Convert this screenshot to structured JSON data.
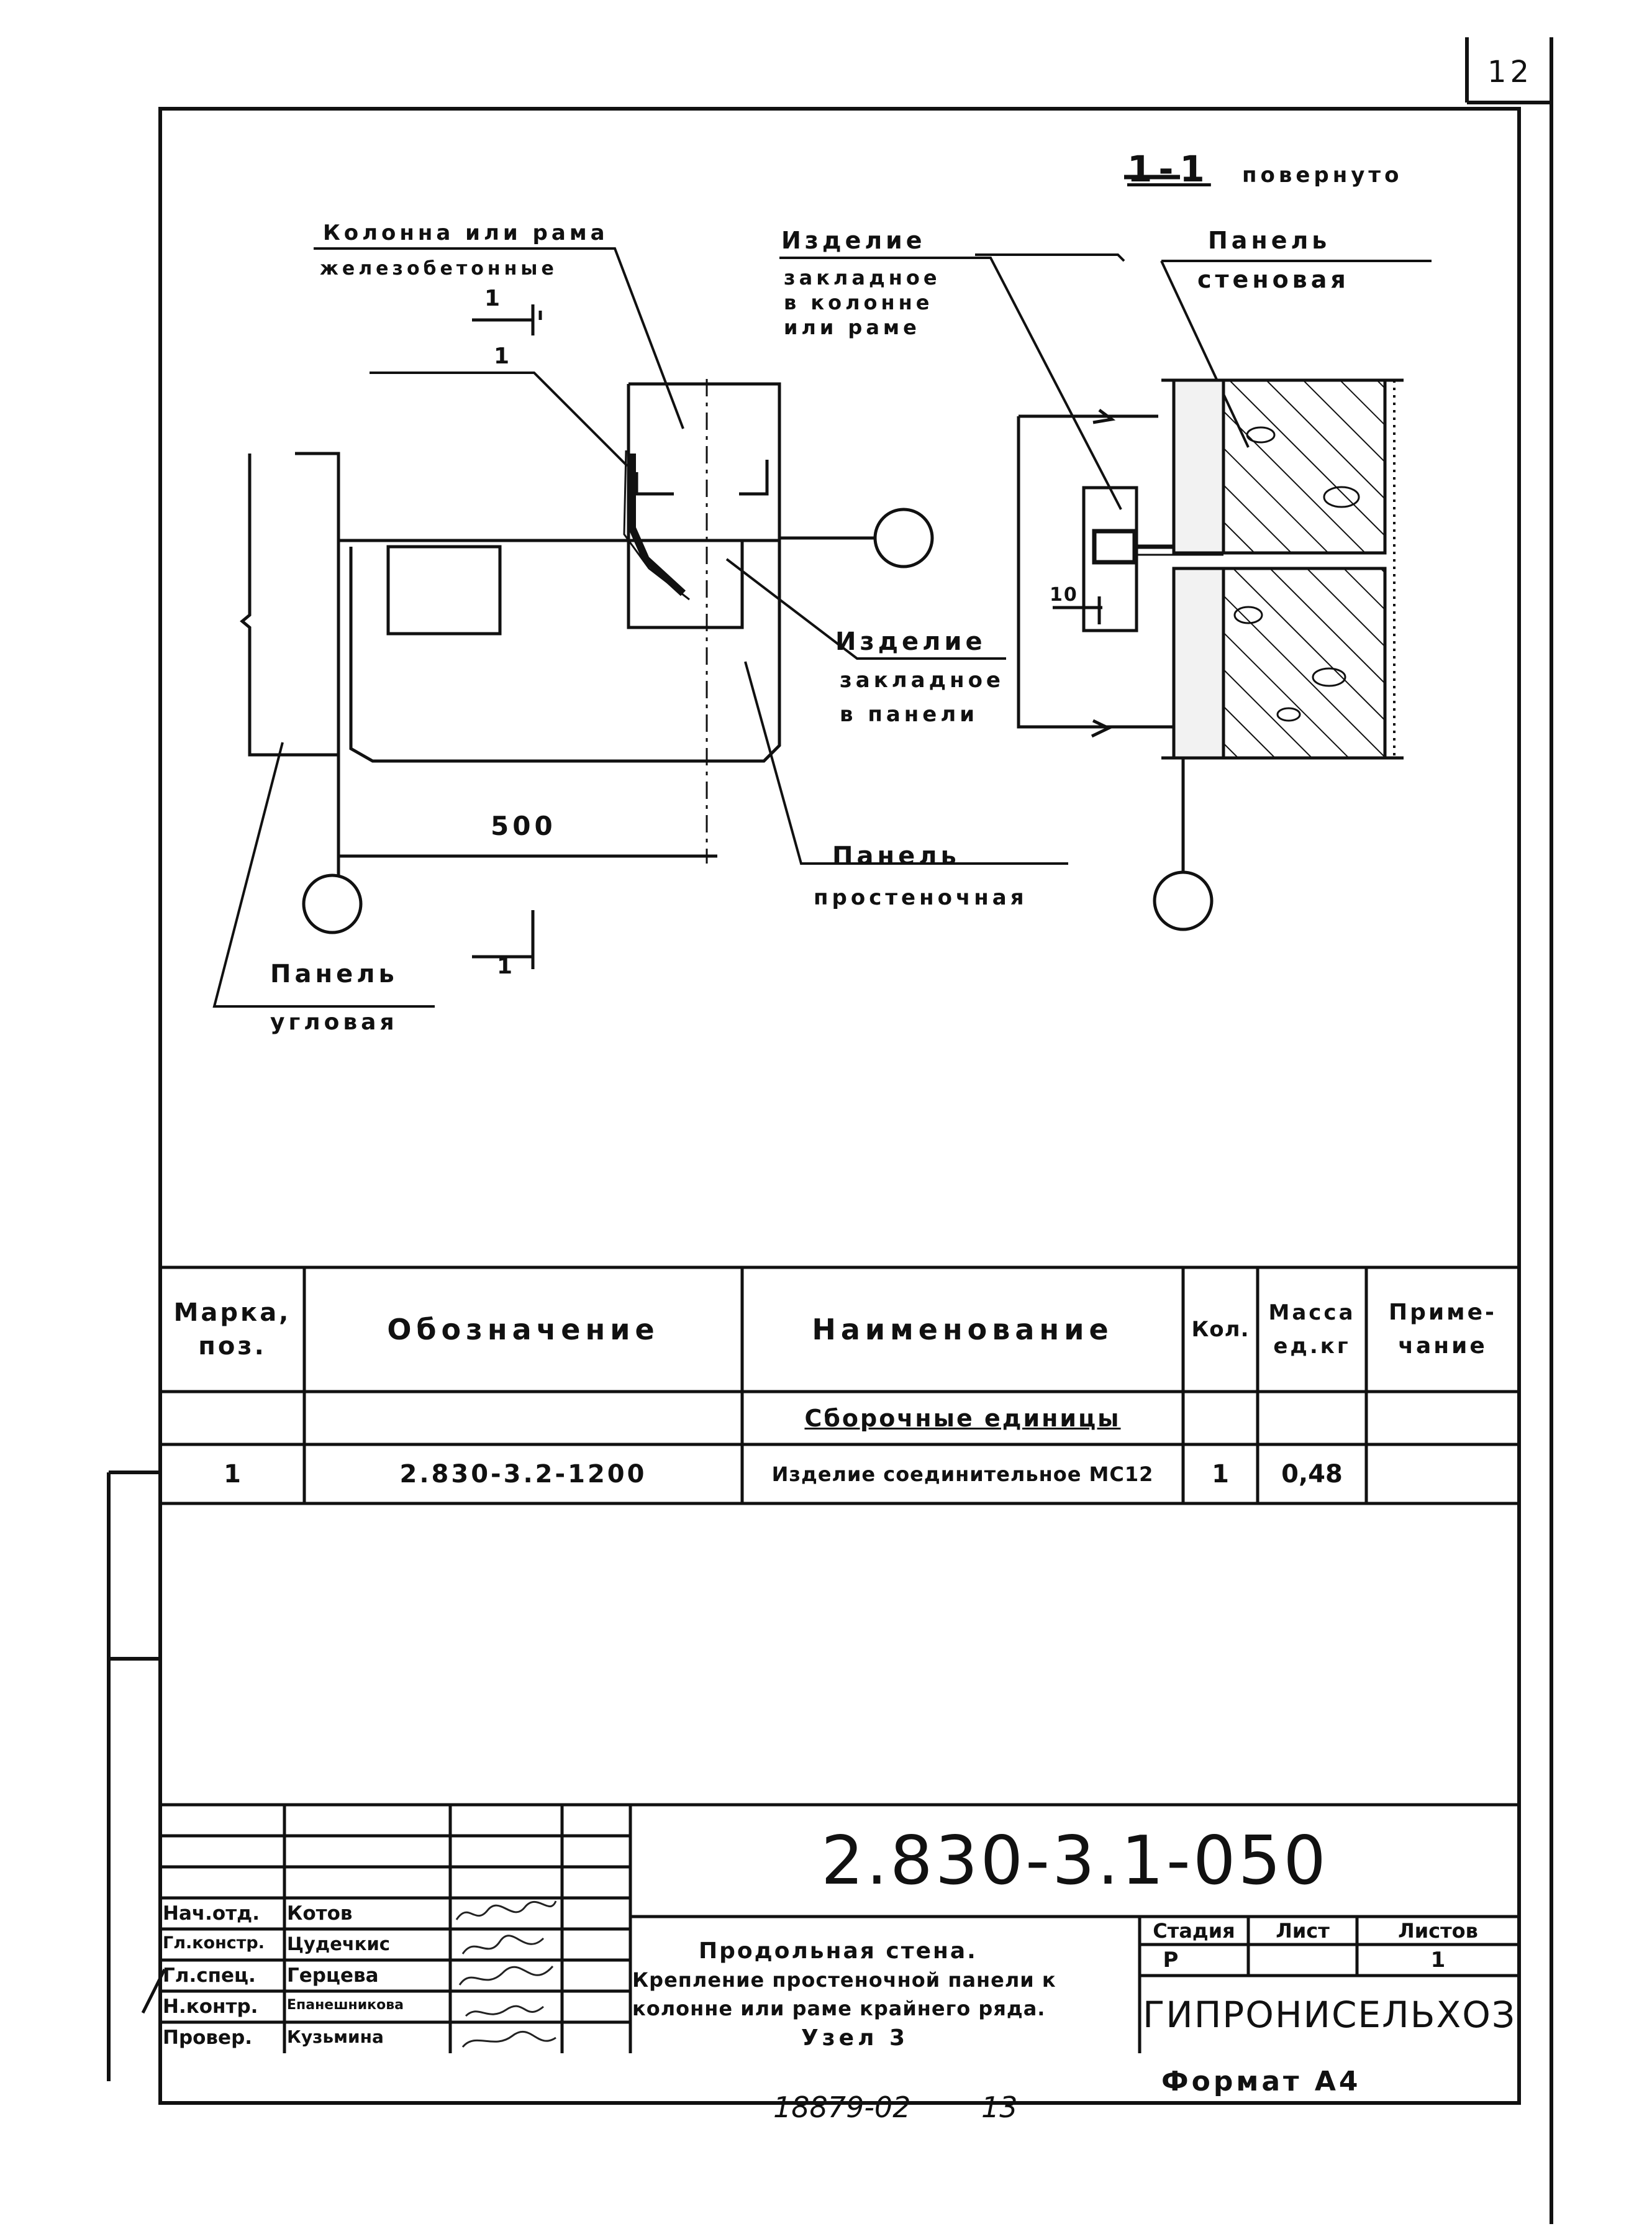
{
  "sheet_corner_number": "12",
  "drawing": {
    "labels": {
      "column": [
        "Колонна или рама",
        "железобетонные"
      ],
      "embedded_column": [
        "Изделие",
        "закладное",
        "в колонне",
        "или раме"
      ],
      "wall_panel": [
        "Панель",
        "стеновая"
      ],
      "section_title": "1-1",
      "section_note": "повернуто",
      "embedded_panel": [
        "Изделие",
        "закладное",
        "в панели"
      ],
      "pier_panel": [
        "Панель",
        "простеночная"
      ],
      "corner_panel": [
        "Панель",
        "угловая"
      ],
      "dim_500": "500",
      "dim_10": "10",
      "cut_mark_top": "1",
      "cut_mark_bottom": "1",
      "pos_leader": "1"
    }
  },
  "spec_table": {
    "headers": {
      "mark": [
        "Марка,",
        "поз."
      ],
      "designation": "Обозначение",
      "name": "Наименование",
      "qty": "Кол.",
      "mass": [
        "Масса",
        "ед.кг"
      ],
      "note": [
        "Приме-",
        "чание"
      ]
    },
    "section_heading": "Сборочные единицы",
    "rows": [
      {
        "mark": "1",
        "designation": "2.830-3.2-1200",
        "name": "Изделие соединительное МС12",
        "qty": "1",
        "mass": "0,48",
        "note": ""
      }
    ]
  },
  "title_block": {
    "document_code": "2.830-3.1-050",
    "staff": [
      {
        "role": "Нач.отд.",
        "name": "Котов"
      },
      {
        "role": "Гл.констр.",
        "name": "Цудечкис"
      },
      {
        "role": "Гл.спец.",
        "name": "Герцева"
      },
      {
        "role": "Н.контр.",
        "name": "Епанешникова"
      },
      {
        "role": "Провер.",
        "name": "Кузьмина"
      }
    ],
    "title_lines": [
      "Продольная стена.",
      "Крепление простеночной панели к",
      "колонне или раме крайнего ряда.",
      "Узел 3"
    ],
    "stage_header": "Стадия",
    "sheet_header": "Лист",
    "sheets_header": "Листов",
    "stage_value": "Р",
    "sheet_value": "",
    "sheets_value": "1",
    "organization": "ГИПРОНИСЕЛЬХОЗ",
    "format": "Формат А4",
    "archive_number": "18879-02",
    "archive_sheet": "13"
  },
  "colors": {
    "ink": "#111111",
    "paper": "#ffffff"
  }
}
